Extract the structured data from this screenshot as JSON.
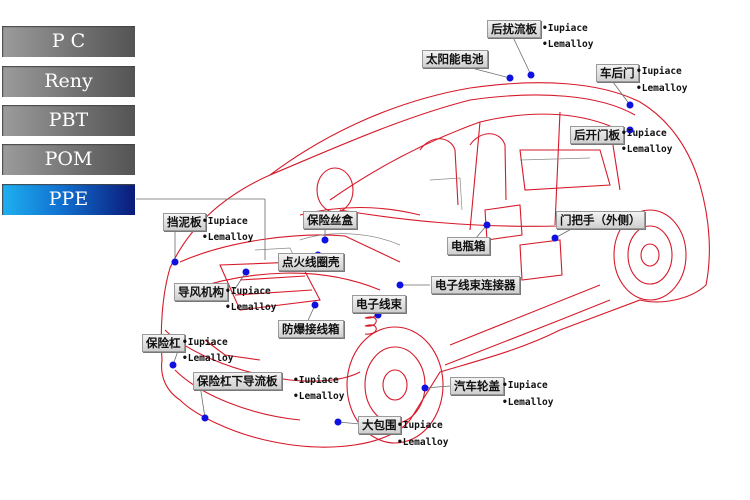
{
  "menu": {
    "items": [
      {
        "label": "P C"
      },
      {
        "label": "Reny"
      },
      {
        "label": "PBT"
      },
      {
        "label": "POM"
      },
      {
        "label": "PPE"
      }
    ],
    "active_index": 4
  },
  "colors": {
    "accent": "#1a7ad8",
    "car_line": "#d61a2a",
    "marker": "#1010e0"
  },
  "parts": {
    "rear_spoiler": "后扰流板",
    "solar_battery": "太阳能电池",
    "rear_door": "车后门",
    "tailgate_panel": "后开门板",
    "fender": "挡泥板",
    "fuse_box": "保险丝盒",
    "door_handle": "门把手（外侧）",
    "battery_box": "电瓶箱",
    "ignition_coil_housing": "点火线圈壳",
    "wiper_mechanism": "导风机构",
    "wire_harness_connector": "电子线束连接器",
    "wire_harness": "电子线束",
    "explosion_proof_junction_box": "防爆接线箱",
    "bumper": "保险杠",
    "lower_bumper_spoiler": "保险杠下导流板",
    "wheel_cover": "汽车轮盖",
    "wrap_around": "大包围"
  },
  "materials": {
    "iupiace": "Iupiace",
    "lemalloy": "Lemalloy"
  }
}
